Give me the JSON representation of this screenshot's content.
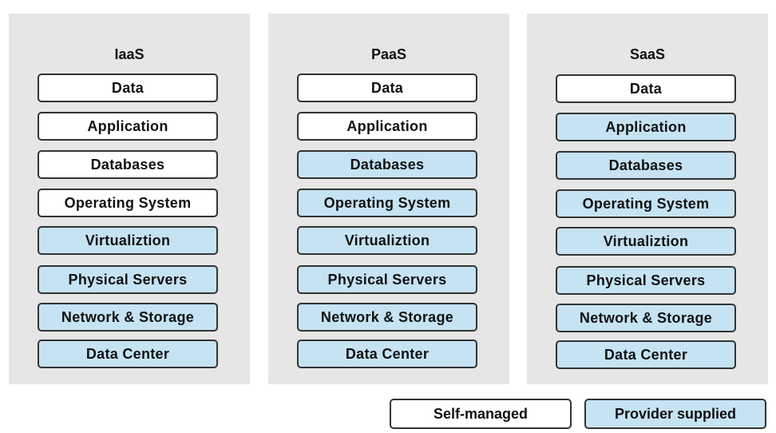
{
  "colors": {
    "panel": "#e6e6e6",
    "self_managed": "#ffffff",
    "provider_supplied": "#c5e3f3",
    "border": "#333333"
  },
  "columns": [
    {
      "title": "IaaS",
      "layers": [
        {
          "label": "Data",
          "type": "self_managed"
        },
        {
          "label": "Application",
          "type": "self_managed"
        },
        {
          "label": "Databases",
          "type": "self_managed"
        },
        {
          "label": "Operating System",
          "type": "self_managed"
        },
        {
          "label": "Virtualiztion",
          "type": "provider_supplied"
        },
        {
          "label": "Physical Servers",
          "type": "provider_supplied"
        },
        {
          "label": "Network & Storage",
          "type": "provider_supplied"
        },
        {
          "label": "Data Center",
          "type": "provider_supplied"
        }
      ]
    },
    {
      "title": "PaaS",
      "layers": [
        {
          "label": "Data",
          "type": "self_managed"
        },
        {
          "label": "Application",
          "type": "self_managed"
        },
        {
          "label": "Databases",
          "type": "provider_supplied"
        },
        {
          "label": "Operating System",
          "type": "provider_supplied"
        },
        {
          "label": "Virtualiztion",
          "type": "provider_supplied"
        },
        {
          "label": "Physical Servers",
          "type": "provider_supplied"
        },
        {
          "label": "Network & Storage",
          "type": "provider_supplied"
        },
        {
          "label": "Data Center",
          "type": "provider_supplied"
        }
      ]
    },
    {
      "title": "SaaS",
      "layers": [
        {
          "label": "Data",
          "type": "self_managed"
        },
        {
          "label": "Application",
          "type": "provider_supplied"
        },
        {
          "label": "Databases",
          "type": "provider_supplied"
        },
        {
          "label": "Operating System",
          "type": "provider_supplied"
        },
        {
          "label": "Virtualiztion",
          "type": "provider_supplied"
        },
        {
          "label": "Physical Servers",
          "type": "provider_supplied"
        },
        {
          "label": "Network & Storage",
          "type": "provider_supplied"
        },
        {
          "label": "Data Center",
          "type": "provider_supplied"
        }
      ]
    }
  ],
  "legend": {
    "self_managed": "Self-managed",
    "provider_supplied": "Provider supplied"
  }
}
